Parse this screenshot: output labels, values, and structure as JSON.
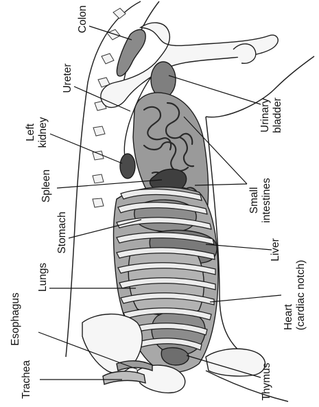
{
  "labels": {
    "colon": "Colon",
    "ureter": "Ureter",
    "left_kidney_1": "Left",
    "left_kidney_2": "kidney",
    "spleen": "Spleen",
    "stomach": "Stomach",
    "lungs": "Lungs",
    "esophagus": "Esophagus",
    "trachea": "Trachea",
    "urinary_bladder_1": "Urinary",
    "urinary_bladder_2": "bladder",
    "small_intestines_1": "Small",
    "small_intestines_2": "intestines",
    "liver": "Liver",
    "heart_1": "Heart",
    "heart_2": "(cardiac notch)",
    "thymus": "Thymus"
  }
}
